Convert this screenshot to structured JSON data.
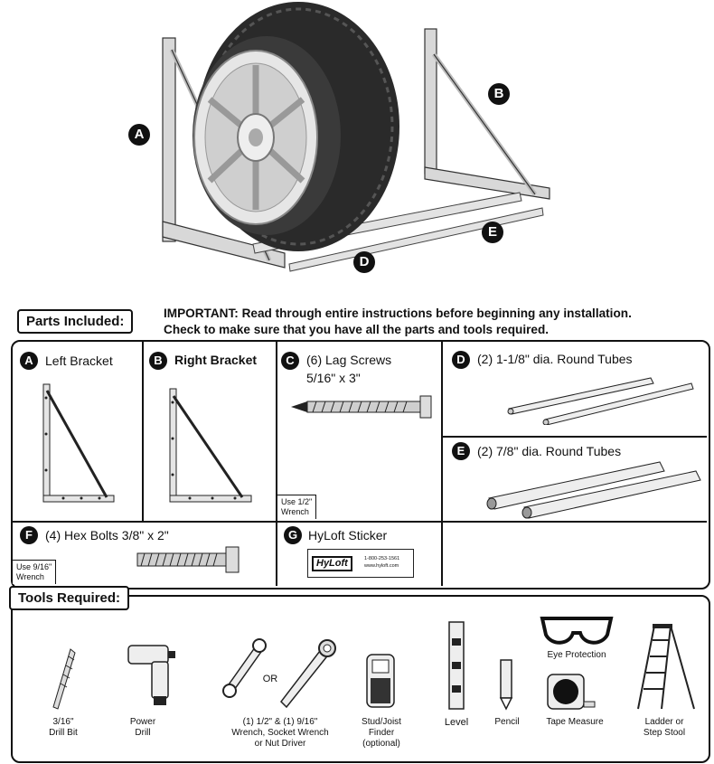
{
  "hero": {
    "callouts": [
      "A",
      "B",
      "D",
      "E"
    ]
  },
  "parts_header": "Parts Included:",
  "important": {
    "line1": "IMPORTANT: Read through entire instructions before beginning any installation.",
    "line2": "Check to make sure that you have all the parts and tools required."
  },
  "parts": [
    {
      "letter": "A",
      "label": "Left Bracket"
    },
    {
      "letter": "B",
      "label": "Right Bracket"
    },
    {
      "letter": "C",
      "label": "(6) Lag Screws",
      "sub": "5/16\" x 3\"",
      "note1": "Use 1/2\"",
      "note2": "Wrench"
    },
    {
      "letter": "D",
      "label": "(2) 1-1/8\" dia. Round Tubes"
    },
    {
      "letter": "E",
      "label": "(2) 7/8\" dia. Round Tubes"
    },
    {
      "letter": "F",
      "label": "(4) Hex Bolts  3/8\" x 2\"",
      "note1": "Use 9/16\"",
      "note2": "Wrench"
    },
    {
      "letter": "G",
      "label": "HyLoft Sticker",
      "brand": "HyLoft",
      "phone": "1-800-253-1561",
      "web": "www.hyloft.com"
    }
  ],
  "tools_header": "Tools Required:",
  "tools": {
    "drill_bit": [
      "3/16\"",
      "Drill Bit"
    ],
    "power_drill": [
      "Power",
      "Drill"
    ],
    "wrench": [
      "(1) 1/2\" & (1) 9/16\"",
      "Wrench, Socket Wrench",
      "or Nut Driver"
    ],
    "or_text": "OR",
    "stud_finder": [
      "Stud/Joist",
      "Finder",
      "(optional)"
    ],
    "level": "Level",
    "pencil": "Pencil",
    "tape_measure": "Tape Measure",
    "eye_protection": "Eye Protection",
    "ladder": [
      "Ladder or",
      "Step Stool"
    ]
  }
}
